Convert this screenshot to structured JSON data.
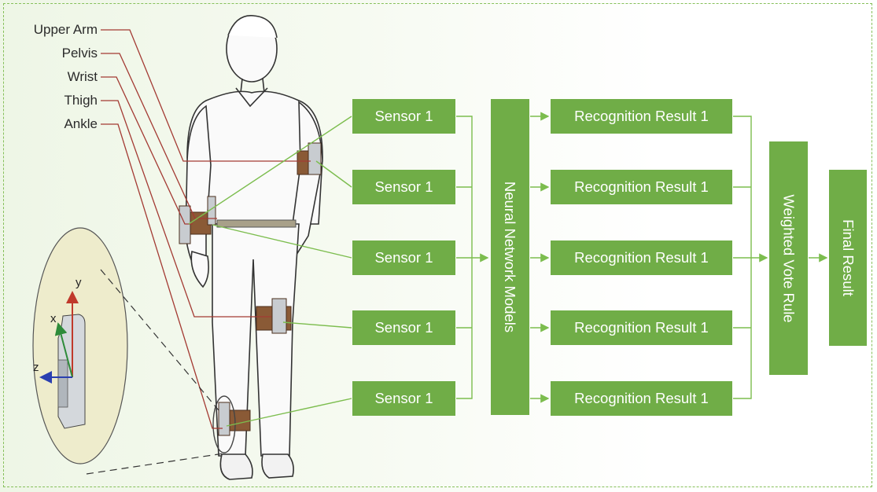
{
  "body_locations": [
    "Upper Arm",
    "Pelvis",
    "Wrist",
    "Thigh",
    "Ankle"
  ],
  "sensors": [
    "Sensor 1",
    "Sensor 1",
    "Sensor 1",
    "Sensor 1",
    "Sensor 1"
  ],
  "model": "Neural Network Models",
  "recognition_results": [
    "Recognition Result 1",
    "Recognition Result 1",
    "Recognition Result 1",
    "Recognition Result 1",
    "Recognition Result 1"
  ],
  "vote": "Weighted Vote Rule",
  "final": "Final Result",
  "sensor_axes": [
    "y",
    "x",
    "z"
  ],
  "colors": {
    "box_green": "#70ad47",
    "line_green": "#7cbd4e",
    "leader_red": "#a33a33",
    "inset_fill": "#eeeccc",
    "band_brown": "#8a5a36"
  }
}
